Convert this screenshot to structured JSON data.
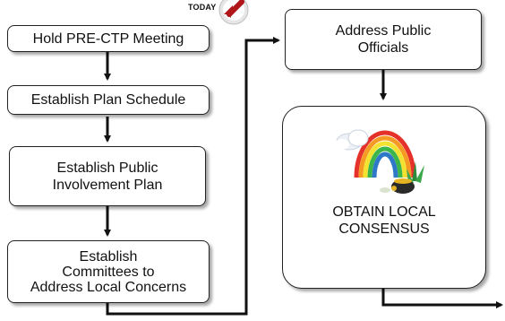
{
  "today_marker": {
    "label": "TODAY",
    "icon": "red-arrow-badge-icon"
  },
  "steps": [
    {
      "text": "Hold PRE-CTP Meeting"
    },
    {
      "text": "Establish Plan Schedule"
    },
    {
      "text_lines": [
        "Establish Public",
        "Involvement Plan"
      ]
    },
    {
      "text_lines": [
        "Establish",
        "Committees to",
        "Address Local Concerns"
      ]
    }
  ],
  "officials": {
    "text_lines": [
      "Address Public",
      "Officials"
    ]
  },
  "consensus": {
    "text_lines": [
      "OBTAIN LOCAL",
      "CONSENSUS"
    ],
    "image": "rainbow-pot-of-gold-icon"
  },
  "colors": {
    "arrow": "#111111",
    "badge_red": "#b0151a",
    "badge_ring": "#e6e6e6"
  }
}
